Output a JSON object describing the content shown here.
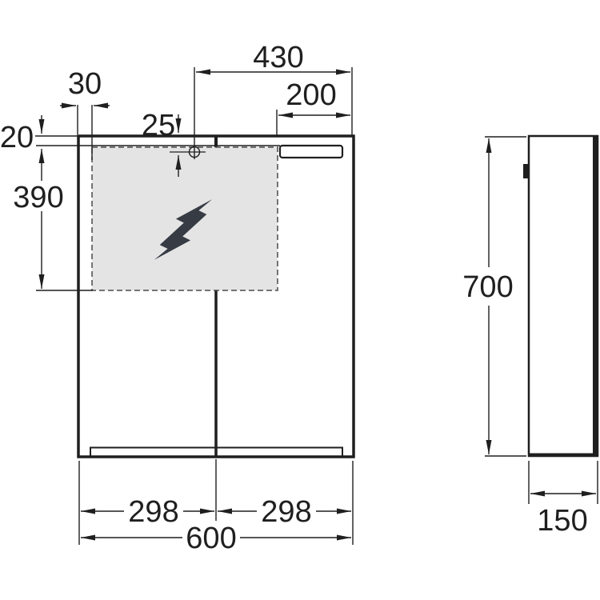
{
  "drawing": {
    "type": "technical-drawing",
    "subject": "mirror-cabinet-two-doors",
    "views": {
      "front": "front-view",
      "side": "side-view"
    }
  },
  "front_view": {
    "dimensions": {
      "outlet_from_right": "430",
      "slot_from_right": "200",
      "zone_left_inset": "30",
      "outlet_from_top": "25",
      "zone_top_gap": "20",
      "zone_height": "390",
      "left_door_width": "298",
      "right_door_width": "298",
      "total_width": "600"
    }
  },
  "side_view": {
    "dimensions": {
      "total_height": "700",
      "total_depth": "150"
    }
  },
  "icons": {
    "lightning_bolt": "electrical-zone-marker",
    "crosshair": "cable-outlet-position"
  },
  "colors": {
    "line": "#1f1f1f",
    "zone_fill": "#e4e4e4",
    "zone_border": "#4a4a4a",
    "bolt_fill": "#363b44",
    "background": "#ffffff"
  }
}
